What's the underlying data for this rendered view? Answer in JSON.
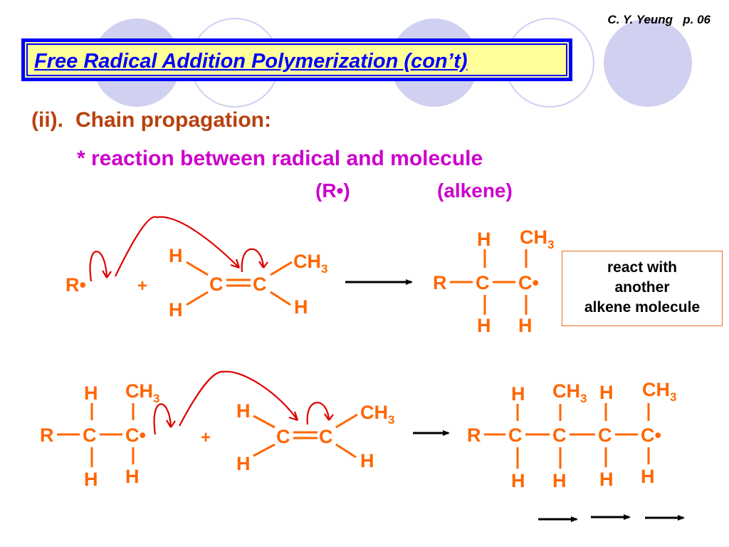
{
  "header": {
    "author": "C. Y. Yeung",
    "page": "p. 06",
    "title": "Free Radical Addition Polymerization (con’t)"
  },
  "content": {
    "step_number": "(ii).",
    "step_title": "Chain propagation:",
    "bullet": "* reaction between radical and molecule",
    "radical_label": "(R•)",
    "molecule_label": "(alkene)",
    "note_lines": [
      "react with",
      "another",
      "alkene molecule"
    ]
  },
  "chem": {
    "R": "R",
    "C": "C",
    "H": "H",
    "CH": "CH",
    "sub3": "3",
    "dot": "•",
    "plus": "+"
  },
  "colors": {
    "atoms": "#ff6600",
    "arrows": "#dd0000",
    "title": "#0000ff",
    "title_bg": "#ffff99",
    "subhead": "#b7410e",
    "bullet": "#cc00cc"
  }
}
